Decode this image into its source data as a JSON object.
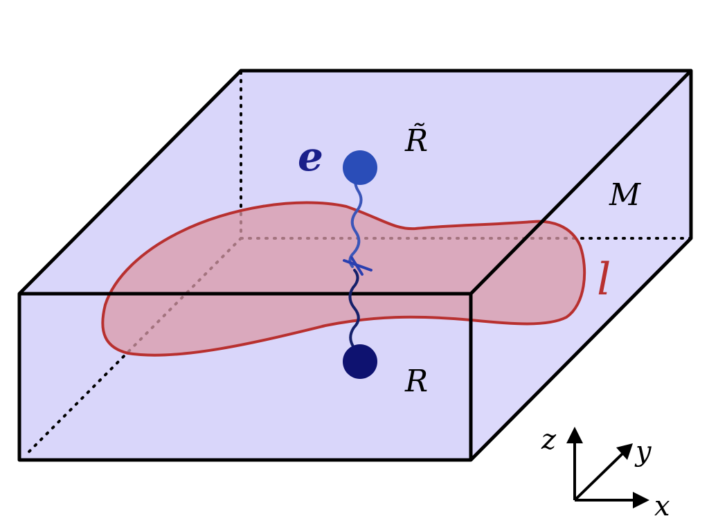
{
  "labels": {
    "excitation": "e",
    "upper_boundary": "R̃",
    "lower_boundary": "R",
    "bulk": "M",
    "loop": "l"
  },
  "axes": {
    "x": "x",
    "y": "y",
    "z": "z"
  },
  "colors": {
    "slab_fill": "#d9d6fa",
    "slab_edge": "#000000",
    "loop_stroke": "#b8302f",
    "loop_fill": "#d99aa8",
    "excitation_upper": "#2a4db8",
    "excitation_lower": "#0e1270",
    "label_e": "#1a1f8a",
    "label_loop": "#b8302f"
  }
}
